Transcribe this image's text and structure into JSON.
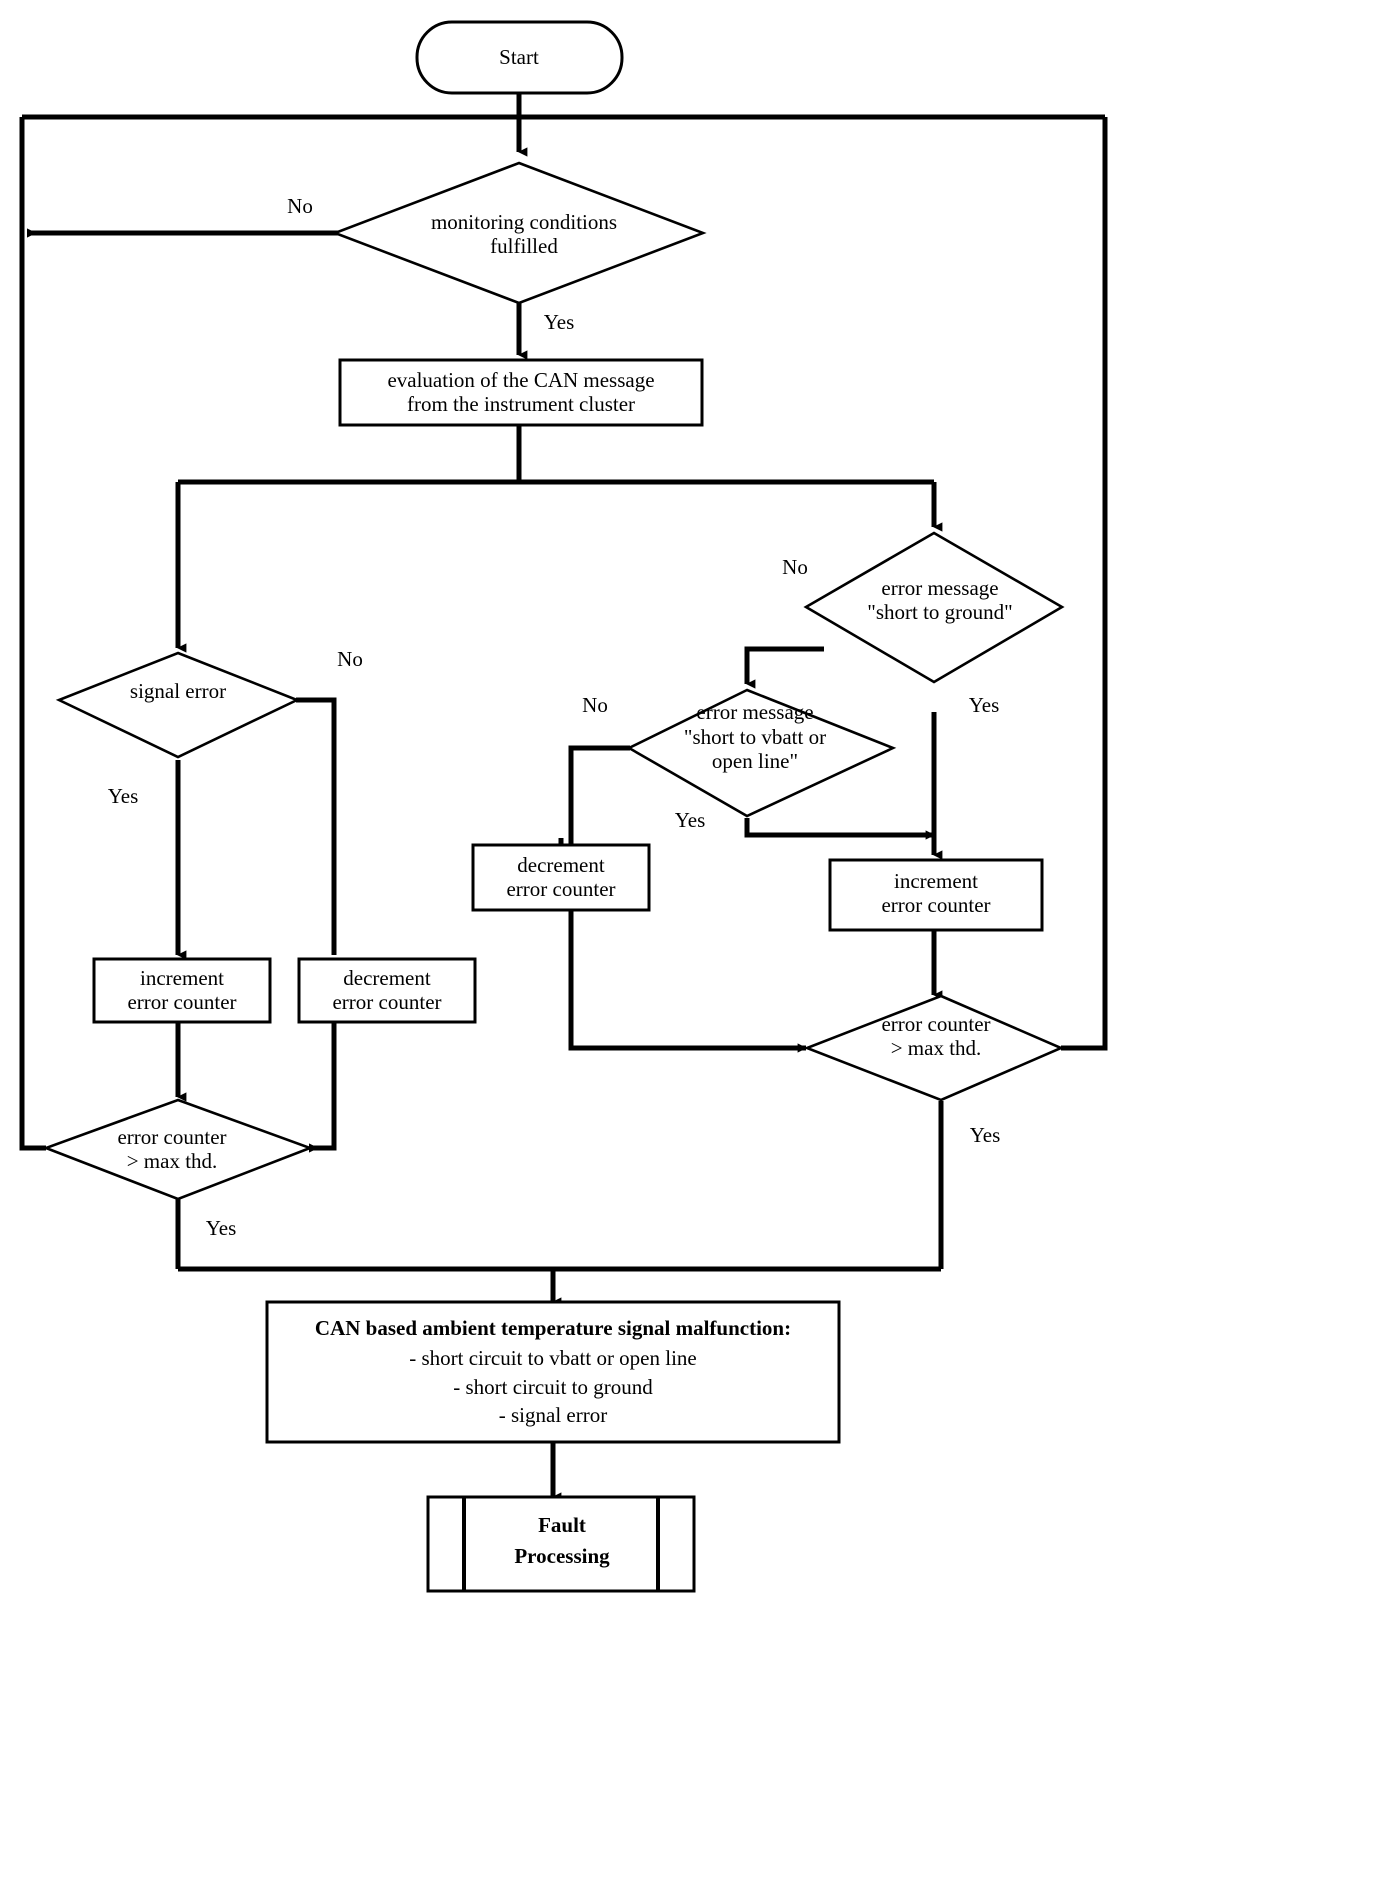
{
  "diagram": {
    "title": "CAN based ambient temperature signal diagnosis flowchart",
    "background_color": "#ffffff",
    "line_color": "#000000"
  },
  "nodes": {
    "start": {
      "label": "Start",
      "shape": "rounded-terminator"
    },
    "monitoring_conditions": {
      "line1": "monitoring conditions",
      "line2": "fulfilled",
      "shape": "decision"
    },
    "evaluation": {
      "line1": "evaluation of the CAN message",
      "line2": "from the instrument cluster",
      "shape": "process"
    },
    "signal_error": {
      "line1": "signal error",
      "shape": "decision"
    },
    "short_to_ground": {
      "line1": "error message",
      "line2": "\"short to ground\"",
      "shape": "decision"
    },
    "short_to_vbatt": {
      "line1": "error message",
      "line2": "\"short to vbatt or",
      "line3": "open line\"",
      "shape": "decision"
    },
    "increment_left": {
      "line1": "increment",
      "line2": "error counter",
      "shape": "process"
    },
    "decrement_left": {
      "line1": "decrement",
      "line2": "error counter",
      "shape": "process"
    },
    "decrement_right": {
      "line1": "decrement",
      "line2": "error counter",
      "shape": "process"
    },
    "increment_right": {
      "line1": "increment",
      "line2": "error counter",
      "shape": "process"
    },
    "counter_left": {
      "line1": "error counter",
      "line2": "> max thd.",
      "shape": "decision"
    },
    "counter_right": {
      "line1": "error counter",
      "line2": "> max thd.",
      "shape": "decision"
    },
    "malfunction": {
      "line1": "CAN based ambient temperature signal malfunction:",
      "line2": "- short circuit to vbatt or open line",
      "line3": "- short circuit to ground",
      "line4": "- signal error",
      "shape": "process"
    },
    "fault_processing": {
      "line1": "Fault",
      "line2": "Processing",
      "shape": "predefined-process"
    }
  },
  "edge_labels": {
    "monitoring_no": "No",
    "monitoring_yes": "Yes",
    "signal_error_no": "No",
    "signal_error_yes": "Yes",
    "short_ground_no": "No",
    "short_ground_yes": "Yes",
    "short_vbatt_no": "No",
    "short_vbatt_yes": "Yes",
    "counter_left_yes": "Yes",
    "counter_right_yes": "Yes"
  }
}
